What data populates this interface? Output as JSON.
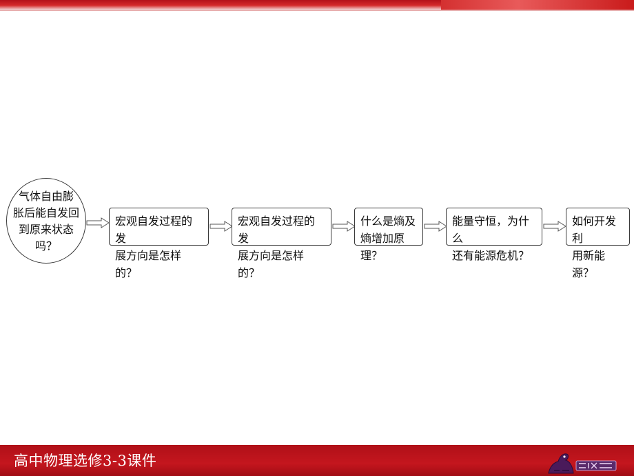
{
  "footer": {
    "title": "高中物理选修3-3课件"
  },
  "flow": {
    "start": "气体自由膨\n胀后能自发回\n到原来状态\n吗？",
    "steps": [
      "宏观自发过程的发\n展方向是怎样的？",
      "宏观自发过程的发\n展方向是怎样的？",
      "什么是熵及\n熵增加原理？",
      "能量守恒，为什么\n还有能源危机？",
      "如何开发利\n用新能源？"
    ]
  },
  "colors": {
    "banner_red": "#c4161e",
    "border": "#3a3a3a",
    "arrow_fill": "#ffffff"
  }
}
